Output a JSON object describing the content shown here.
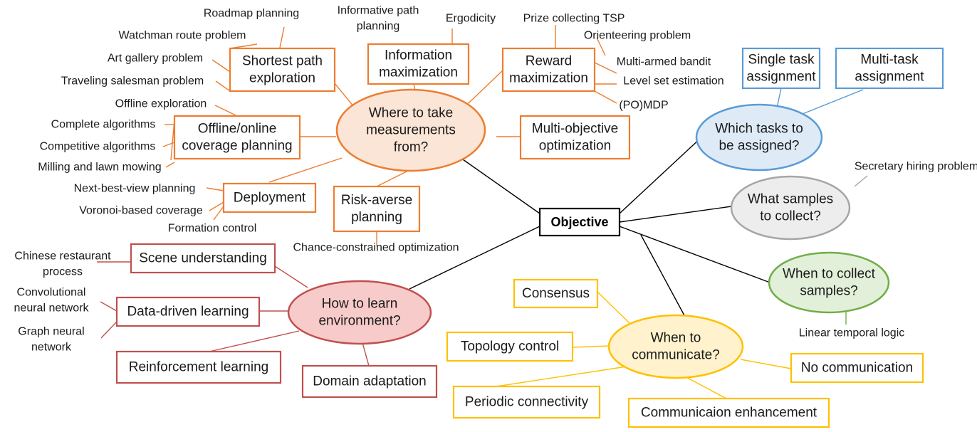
{
  "root": "Objective",
  "colors": {
    "orange_stroke": "#ED7D31",
    "orange_fill": "#FBE5D6",
    "blue_stroke": "#5B9BD5",
    "blue_fill": "#DEEBF7",
    "gray_stroke": "#A6A6A6",
    "gray_fill": "#EDEDED",
    "green_stroke": "#70AD47",
    "green_fill": "#E2F0D9",
    "yellow_stroke": "#FFC000",
    "yellow_fill": "#FFF2CC",
    "red_stroke": "#C0504D",
    "red_fill": "#F8CBCB"
  },
  "hubs": {
    "measure": [
      "Where to take",
      "measurements",
      "from?"
    ],
    "tasks": [
      "Which tasks to",
      "be assigned?"
    ],
    "samples": [
      "What samples",
      "to collect?"
    ],
    "when_collect": [
      "When to collect",
      "samples?"
    ],
    "communicate": [
      "When to",
      "communicate?"
    ],
    "learn": [
      "How to learn",
      "environment?"
    ]
  },
  "boxes": {
    "shortest_path": [
      "Shortest path",
      "exploration"
    ],
    "information": [
      "Information",
      "maximization"
    ],
    "reward": [
      "Reward",
      "maximization"
    ],
    "coverage": [
      "Offline/online",
      "coverage planning"
    ],
    "multiobjective": [
      "Multi-objective",
      "optimization"
    ],
    "deployment": [
      "Deployment"
    ],
    "risk_averse": [
      "Risk-averse",
      "planning"
    ],
    "single_task": [
      "Single task",
      "assignment"
    ],
    "multi_task": [
      "Multi-task",
      "assignment"
    ],
    "consensus": [
      "Consensus"
    ],
    "topology": [
      "Topology control"
    ],
    "no_comm": [
      "No communication"
    ],
    "periodic": [
      "Periodic connectivity"
    ],
    "comm_enh": [
      "Communicaion enhancement"
    ],
    "scene": [
      "Scene understanding"
    ],
    "data_driven": [
      "Data-driven learning"
    ],
    "rl": [
      "Reinforcement learning"
    ],
    "domain": [
      "Domain adaptation"
    ]
  },
  "leaves": {
    "roadmap": [
      "Roadmap planning"
    ],
    "watchman": [
      "Watchman route problem"
    ],
    "art_gallery": [
      "Art gallery problem"
    ],
    "tsp": [
      "Traveling salesman problem"
    ],
    "informative": [
      "Informative path",
      "planning"
    ],
    "ergodicity": [
      "Ergodicity"
    ],
    "pctsp": [
      "Prize collecting TSP"
    ],
    "orienteering": [
      "Orienteering problem"
    ],
    "bandit": [
      "Multi-armed bandit"
    ],
    "levelset": [
      "Level set estimation"
    ],
    "pomdp": [
      "(PO)MDP"
    ],
    "offline_expl": [
      "Offline exploration"
    ],
    "complete": [
      "Complete algorithms"
    ],
    "competitive": [
      "Competitive algorithms"
    ],
    "milling": [
      "Milling and lawn mowing"
    ],
    "nbv": [
      "Next-best-view planning"
    ],
    "voronoi": [
      "Voronoi-based coverage"
    ],
    "formation": [
      "Formation control"
    ],
    "chance": [
      "Chance-constrained optimization"
    ],
    "secretary": [
      "Secretary hiring problem"
    ],
    "ltl": [
      "Linear temporal logic"
    ],
    "chinese": [
      "Chinese restaurant",
      "process"
    ],
    "cnn": [
      "Convolutional",
      "neural network"
    ],
    "gnn": [
      "Graph neural",
      "network"
    ]
  }
}
